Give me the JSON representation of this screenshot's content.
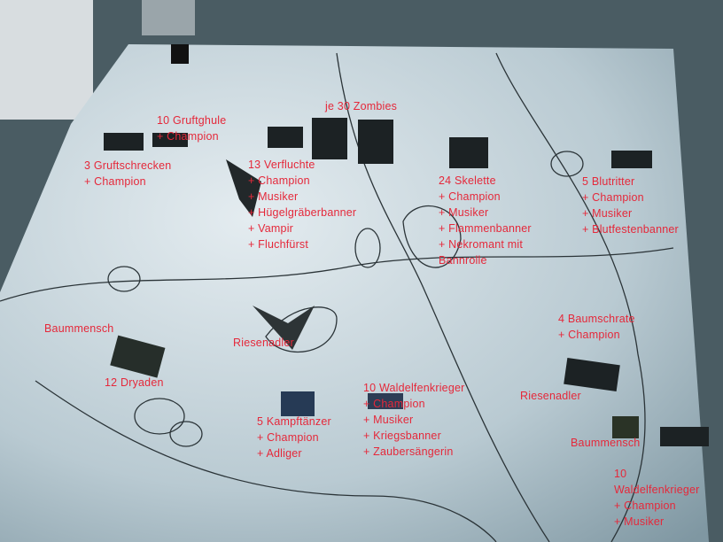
{
  "annotations": [
    {
      "lines": [
        "3 Gruftschrecken",
        "+ Champion"
      ]
    },
    {
      "lines": [
        "10 Gruftghule",
        "+ Champion"
      ]
    },
    {
      "lines": [
        "je 30 Zombies"
      ]
    },
    {
      "lines": [
        "13 Verfluchte",
        "+ Champion",
        "+ Musiker",
        "+ Hügelgräberbanner",
        "+ Vampir",
        "+ Fluchfürst"
      ]
    },
    {
      "lines": [
        "24 Skelette",
        "+ Champion",
        "+ Musiker",
        "+ Flammenbanner",
        "+ Nekromant mit",
        "Bannrolle"
      ]
    },
    {
      "lines": [
        "5 Blutritter",
        "+ Champion",
        "+ Musiker",
        "+ Blutfestenbanner"
      ]
    },
    {
      "lines": [
        "Baummensch"
      ]
    },
    {
      "lines": [
        "12 Dryaden"
      ]
    },
    {
      "lines": [
        "Riesenadler"
      ]
    },
    {
      "lines": [
        "4 Baumschrate",
        "+ Champion"
      ]
    },
    {
      "lines": [
        "10 Waldelfenkrieger",
        "+ Champion",
        "+ Musiker",
        "+ Kriegsbanner",
        "+ Zaubersängerin"
      ]
    },
    {
      "lines": [
        "Riesenadler"
      ]
    },
    {
      "lines": [
        "5 Kampftänzer",
        "+ Champion",
        "+ Adliger"
      ]
    },
    {
      "lines": [
        "Baummensch"
      ]
    },
    {
      "lines": [
        "10",
        "Waldelfenkrieger",
        "+ Champion",
        "+ Musiker"
      ]
    }
  ]
}
